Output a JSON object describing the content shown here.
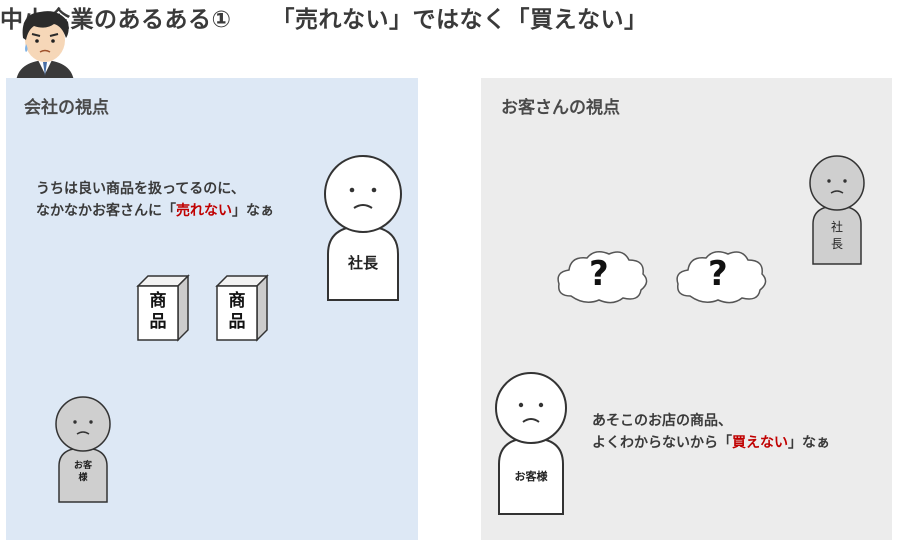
{
  "header": {
    "title_main": "中小企業のあるある①",
    "title_sub": "「売れない」ではなく「買えない」"
  },
  "left_panel": {
    "title": "会社の視点",
    "speech_line1": "うちは良い商品を扱ってるのに、",
    "speech_line2_pre": "なかなかお客さんに「",
    "speech_line2_em": "売れない",
    "speech_line2_post": "」なぁ",
    "president_label": "社長",
    "product1_label": "商\n品",
    "product2_label": "商\n品",
    "customer_label": "お客\n様"
  },
  "right_panel": {
    "title": "お客さんの視点",
    "president_label": "社\n長",
    "question1": "?",
    "question2": "?",
    "customer_label": "お客様",
    "speech_line1": "あそこのお店の商品、",
    "speech_line2_pre": "よくわからないから「",
    "speech_line2_em": "買えない",
    "speech_line2_post": "」なぁ"
  },
  "colors": {
    "left_bg": "#dde8f5",
    "right_bg": "#ececec",
    "emphasis": "#c00000",
    "gray_person": "#cfcfcf"
  }
}
